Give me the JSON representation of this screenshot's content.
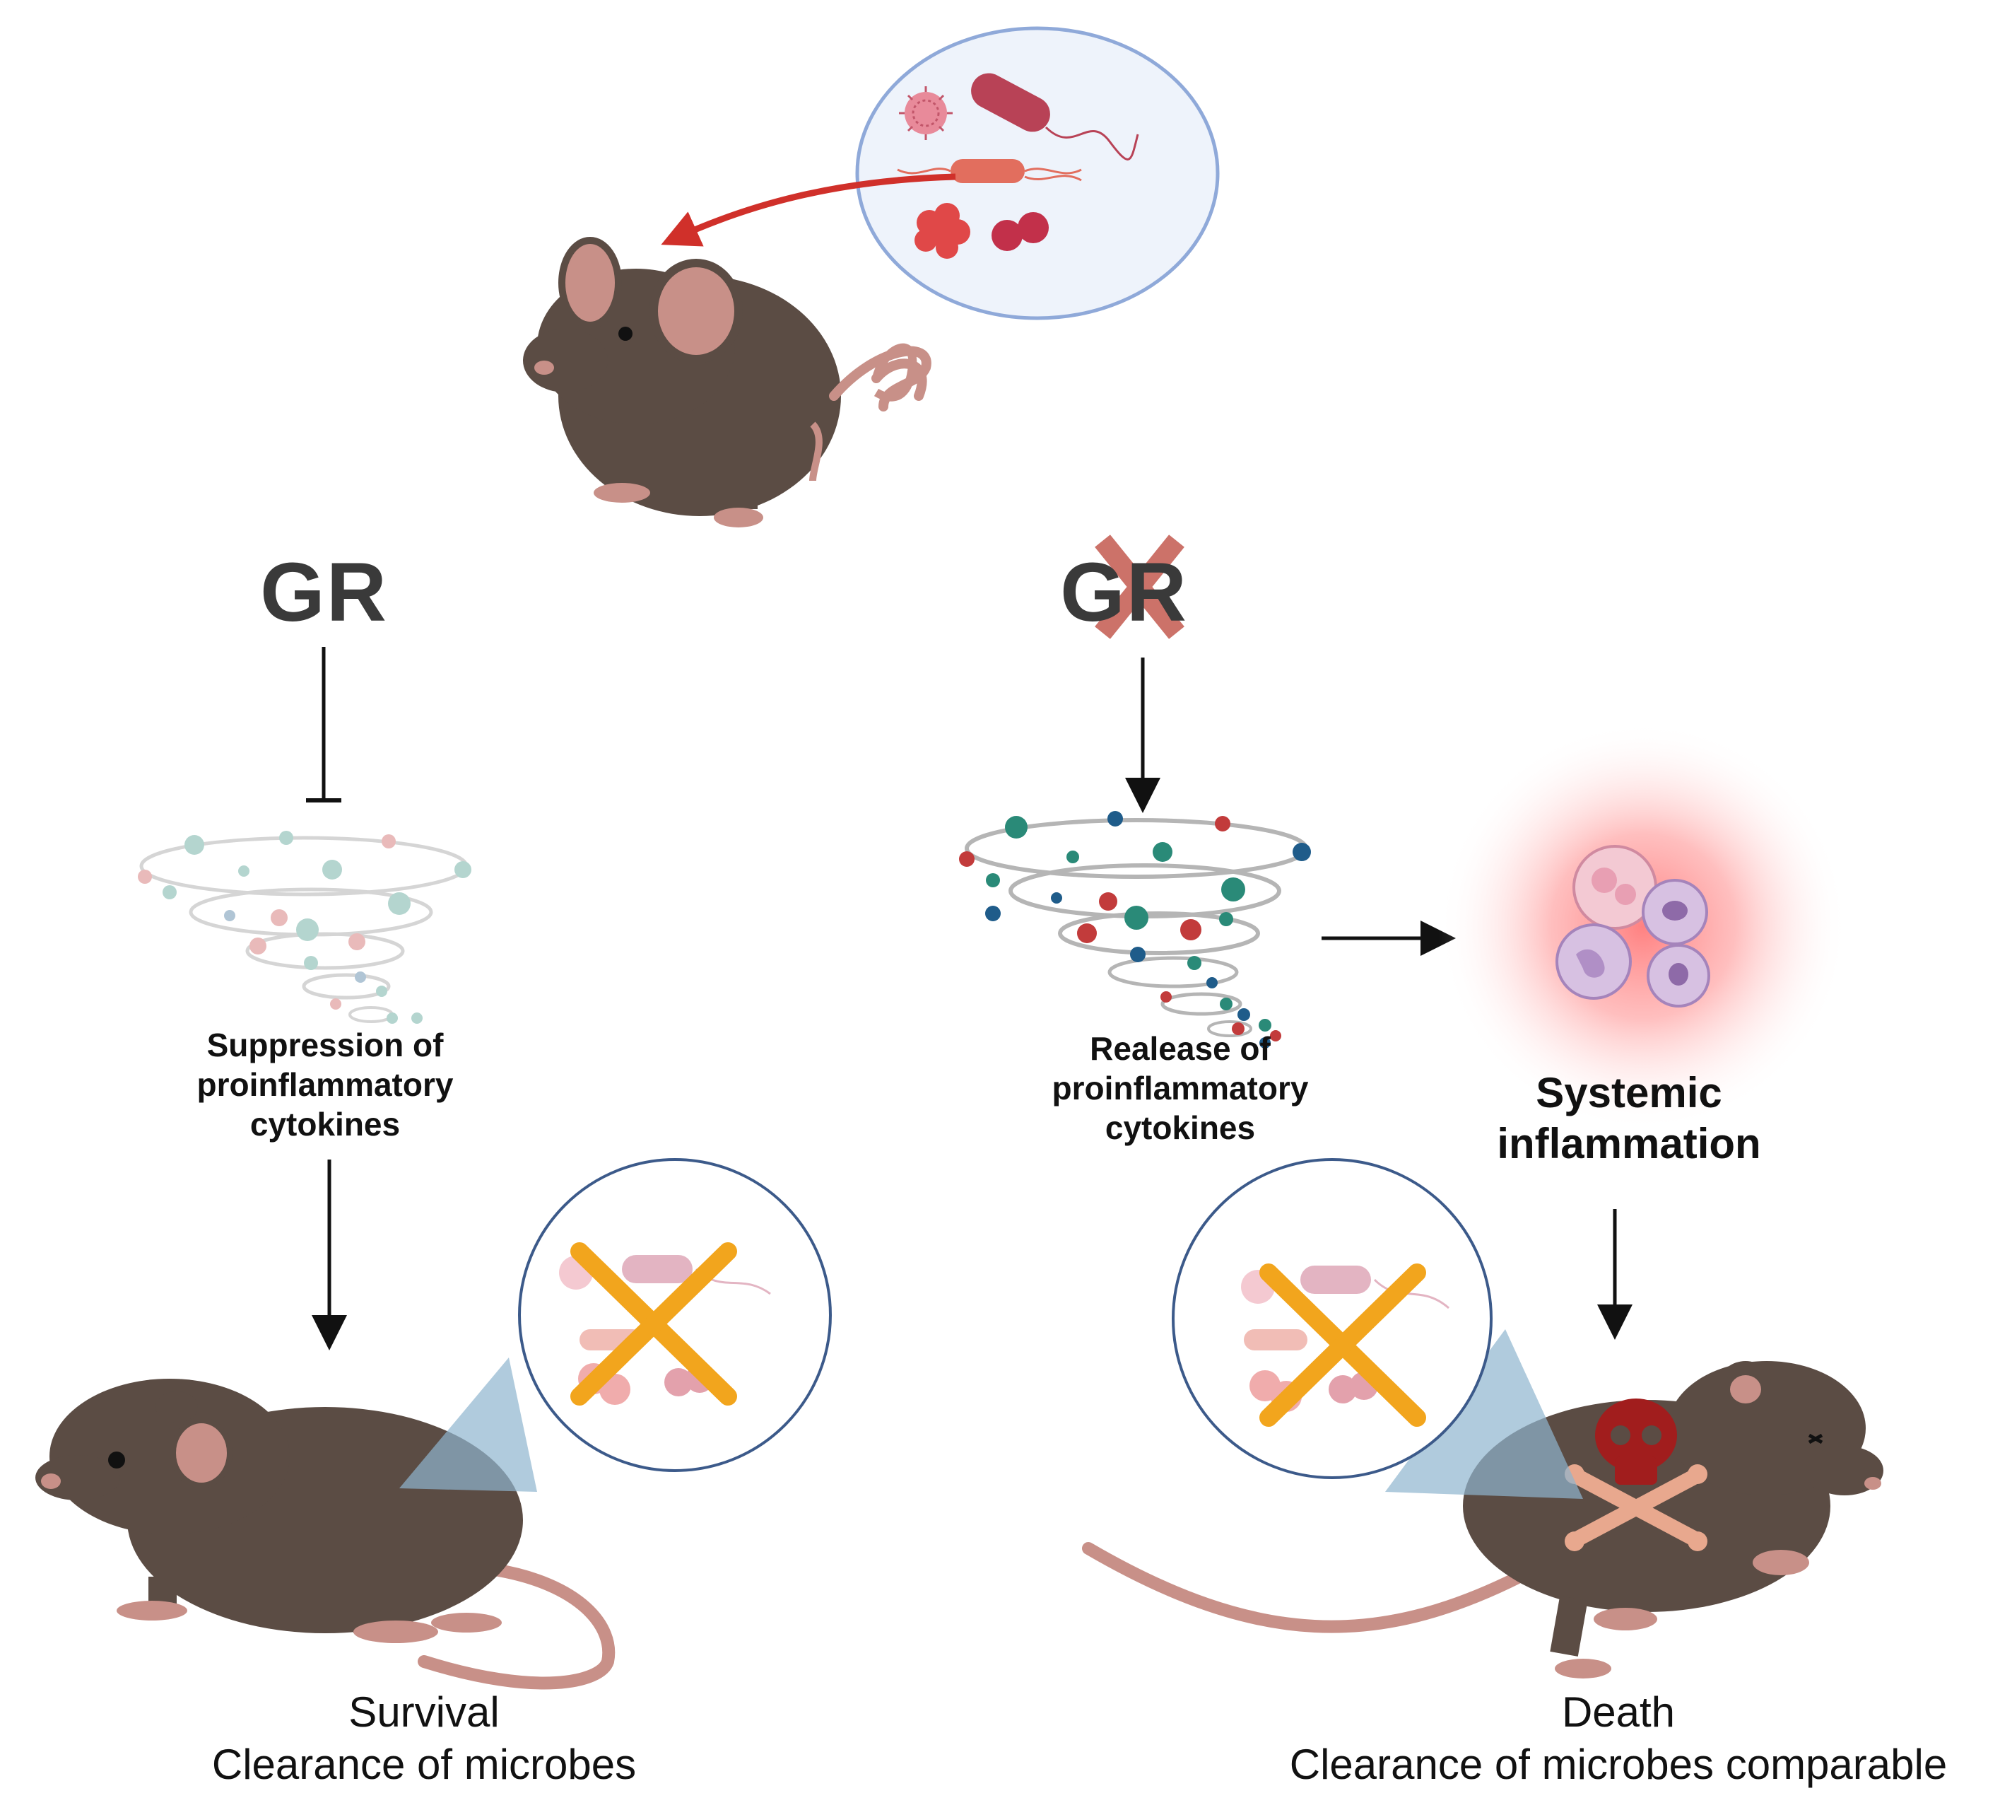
{
  "left": {
    "gr_label": "GR",
    "cytokine_caption": [
      "Suppression of",
      "proinflammatory",
      "cytokines"
    ],
    "outcome_line1": "Survival",
    "outcome_line2": "Clearance of microbes"
  },
  "right": {
    "gr_label": "GR",
    "cytokine_caption": [
      "Realease of",
      "proinflammatory",
      "cytokines"
    ],
    "inflammation_label_line1": "Systemic",
    "inflammation_label_line2": "inflammation",
    "outcome_line1": "Death",
    "outcome_line2": "Clearance of microbes comparable"
  },
  "colors": {
    "mouse_body": "#5b4c44",
    "mouse_ear": "#c89088",
    "infection_arrow": "#d0302a",
    "cross_mark": "#f2a51d",
    "skull": "#a11d1d",
    "gr_cross": "#c45a4f",
    "microbe_circle_bg": "#eef3fb",
    "microbe_circle_border": "#8fa9d9"
  }
}
